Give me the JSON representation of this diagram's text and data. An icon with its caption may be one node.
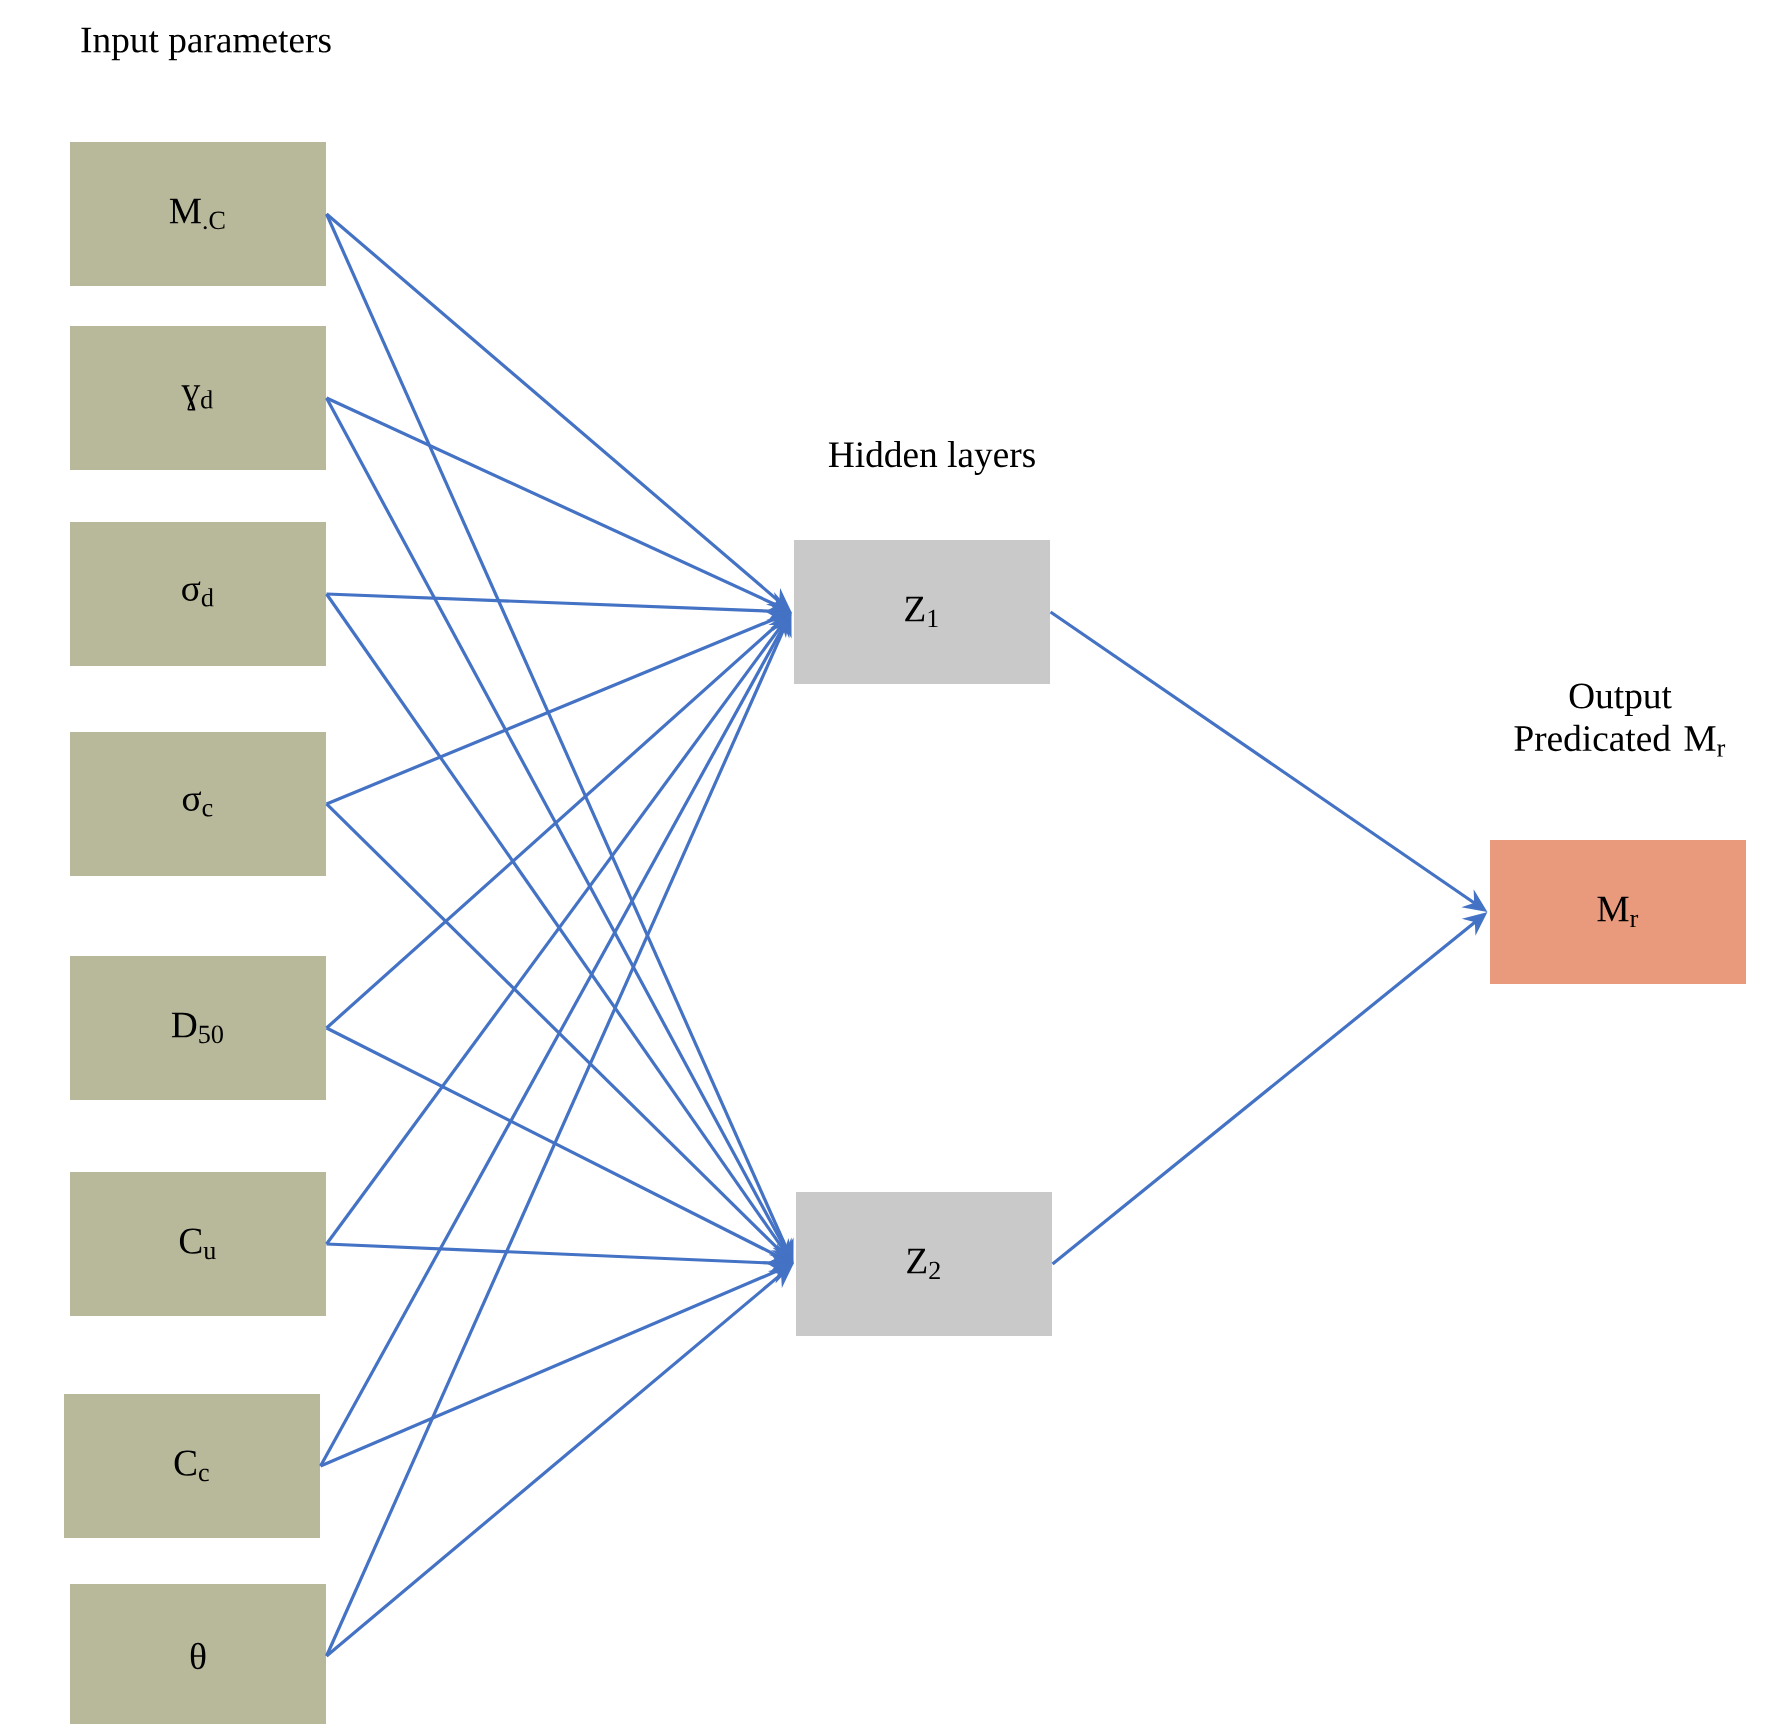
{
  "diagram": {
    "nodes": [
      {
        "text": [
          "M$_{.C}$"
        ]
      },
      {
        "text": [
          "ɣ$_{d}$"
        ]
      },
      {
        "text": [
          "σ$_{d}$"
        ]
      },
      {
        "text": [
          "σ$_{c}$"
        ]
      },
      {
        "text": [
          "D$_{50}$"
        ]
      },
      {
        "text": [
          "C$_{u}$"
        ]
      },
      {
        "text": [
          "C$_{c}$"
        ]
      },
      {
        "text": [
          "θ"
        ]
      },
      {
        "text": [
          "Z$_{1}$"
        ]
      },
      {
        "text": [
          "Z$_{2}$"
        ]
      },
      {
        "text": [
          "Output Predicated M$_{r}$",
          "M$_{r}$"
        ]
      }
    ],
    "edges": [
      {
        "from": 0,
        "to": 8,
        "arrow": "to"
      },
      {
        "from": 0,
        "to": 9,
        "arrow": "to"
      },
      {
        "from": 1,
        "to": 8,
        "arrow": "to"
      },
      {
        "from": 1,
        "to": 9,
        "arrow": "to"
      },
      {
        "from": 2,
        "to": 8,
        "arrow": "to"
      },
      {
        "from": 2,
        "to": 9,
        "arrow": "to"
      },
      {
        "from": 3,
        "to": 8,
        "arrow": "to"
      },
      {
        "from": 3,
        "to": 9,
        "arrow": "to"
      },
      {
        "from": 4,
        "to": 8,
        "arrow": "to"
      },
      {
        "from": 4,
        "to": 9,
        "arrow": "to"
      },
      {
        "from": 5,
        "to": 8,
        "arrow": "to"
      },
      {
        "from": 5,
        "to": 9,
        "arrow": "to"
      },
      {
        "from": 6,
        "to": 8,
        "arrow": "to"
      },
      {
        "from": 6,
        "to": 9,
        "arrow": "to"
      },
      {
        "from": 7,
        "to": 8,
        "arrow": "to"
      },
      {
        "from": 7,
        "to": 9,
        "arrow": "to"
      },
      {
        "from": 8,
        "to": 10,
        "arrow": "to"
      },
      {
        "from": 9,
        "to": 10,
        "arrow": "to"
      }
    ],
    "labels": [
      "Input parameters",
      "Hidden layers"
    ]
  }
}
